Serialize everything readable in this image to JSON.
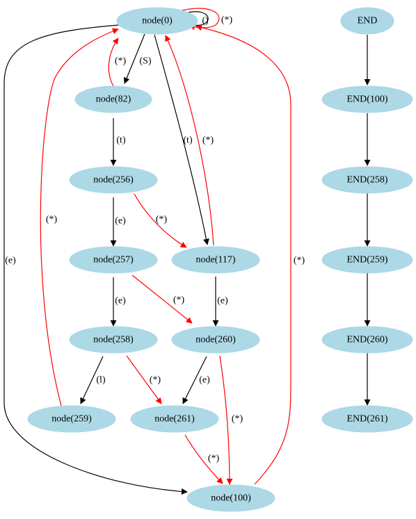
{
  "colors": {
    "node_fill": "#add8e6",
    "edge_normal": "#000000",
    "edge_failure": "#ff0000",
    "background": "#ffffff"
  },
  "nodes": [
    {
      "id": "n0",
      "label": "node(0)"
    },
    {
      "id": "n82",
      "label": "node(82)"
    },
    {
      "id": "n256",
      "label": "node(256)"
    },
    {
      "id": "n257",
      "label": "node(257)"
    },
    {
      "id": "n117",
      "label": "node(117)"
    },
    {
      "id": "n258",
      "label": "node(258)"
    },
    {
      "id": "n260",
      "label": "node(260)"
    },
    {
      "id": "n259",
      "label": "node(259)"
    },
    {
      "id": "n261",
      "label": "node(261)"
    },
    {
      "id": "n100",
      "label": "node(100)"
    },
    {
      "id": "end",
      "label": "END"
    },
    {
      "id": "end100",
      "label": "END(100)"
    },
    {
      "id": "end258",
      "label": "END(258)"
    },
    {
      "id": "end259",
      "label": "END(259)"
    },
    {
      "id": "end260",
      "label": "END(260)"
    },
    {
      "id": "end261",
      "label": "END(261)"
    }
  ],
  "edges": [
    {
      "id": "e-n0-self-paren",
      "from": "n0",
      "to": "n0",
      "label": "()",
      "kind": "normal"
    },
    {
      "id": "e-n0-self-star",
      "from": "n0",
      "to": "n0",
      "label": "(*)",
      "kind": "failure"
    },
    {
      "id": "e-n82-n0",
      "from": "n82",
      "to": "n0",
      "label": "(*)",
      "kind": "failure"
    },
    {
      "id": "e-n0-n82",
      "from": "n0",
      "to": "n82",
      "label": "(S)",
      "kind": "normal"
    },
    {
      "id": "e-n82-n256",
      "from": "n82",
      "to": "n256",
      "label": "(t)",
      "kind": "normal"
    },
    {
      "id": "e-n0-n117",
      "from": "n0",
      "to": "n117",
      "label": "(t)",
      "kind": "normal"
    },
    {
      "id": "e-n117-n0",
      "from": "n117",
      "to": "n0",
      "label": "(*)",
      "kind": "failure"
    },
    {
      "id": "e-n256-n257",
      "from": "n256",
      "to": "n257",
      "label": "(e)",
      "kind": "normal"
    },
    {
      "id": "e-n256-n117",
      "from": "n256",
      "to": "n117",
      "label": "(*)",
      "kind": "failure"
    },
    {
      "id": "e-n259-n0",
      "from": "n259",
      "to": "n0",
      "label": "(*)",
      "kind": "failure"
    },
    {
      "id": "e-n0-n100",
      "from": "n0",
      "to": "n100",
      "label": "(e)",
      "kind": "normal"
    },
    {
      "id": "e-n100-n0",
      "from": "n100",
      "to": "n0",
      "label": "(*)",
      "kind": "failure"
    },
    {
      "id": "e-n257-n258",
      "from": "n257",
      "to": "n258",
      "label": "(e)",
      "kind": "normal"
    },
    {
      "id": "e-n257-n260",
      "from": "n257",
      "to": "n260",
      "label": "(*)",
      "kind": "failure"
    },
    {
      "id": "e-n117-n260",
      "from": "n117",
      "to": "n260",
      "label": "(e)",
      "kind": "normal"
    },
    {
      "id": "e-n258-n259",
      "from": "n258",
      "to": "n259",
      "label": "(l)",
      "kind": "normal"
    },
    {
      "id": "e-n258-n261",
      "from": "n258",
      "to": "n261",
      "label": "(*)",
      "kind": "failure"
    },
    {
      "id": "e-n260-n261",
      "from": "n260",
      "to": "n261",
      "label": "(e)",
      "kind": "normal"
    },
    {
      "id": "e-n260-n100",
      "from": "n260",
      "to": "n100",
      "label": "(*)",
      "kind": "failure"
    },
    {
      "id": "e-n261-n100",
      "from": "n261",
      "to": "n100",
      "label": "(*)",
      "kind": "failure"
    },
    {
      "id": "e-end-end100",
      "from": "end",
      "to": "end100",
      "label": "",
      "kind": "normal"
    },
    {
      "id": "e-end100-end258",
      "from": "end100",
      "to": "end258",
      "label": "",
      "kind": "normal"
    },
    {
      "id": "e-end258-end259",
      "from": "end258",
      "to": "end259",
      "label": "",
      "kind": "normal"
    },
    {
      "id": "e-end259-end260",
      "from": "end259",
      "to": "end260",
      "label": "",
      "kind": "normal"
    },
    {
      "id": "e-end260-end261",
      "from": "end260",
      "to": "end261",
      "label": "",
      "kind": "normal"
    }
  ]
}
